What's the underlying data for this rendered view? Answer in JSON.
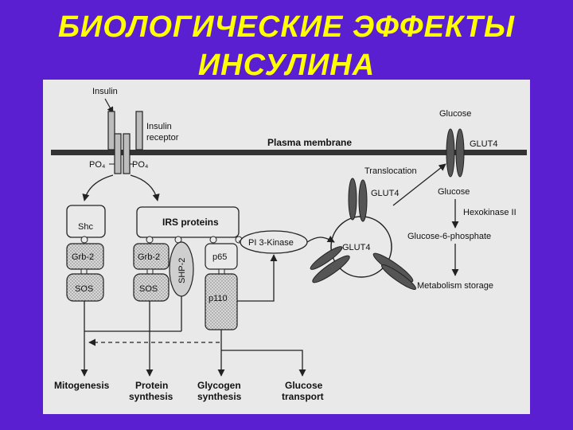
{
  "slide": {
    "title_line1": "БИОЛОГИЧЕСКИЕ ЭФФЕКТЫ",
    "title_line2": "ИНСУЛИНА"
  },
  "diagram": {
    "insulin": "Insulin",
    "receptor_line1": "Insulin",
    "receptor_line2": "receptor",
    "po4_left": "PO₄",
    "po4_right": "PO₄",
    "plasma_membrane": "Plasma membrane",
    "glucose_top": "Glucose",
    "glut4_membrane": "GLUT4",
    "translocation": "Translocation",
    "glut4_vesicle_top": "GLUT4",
    "glucose_inside": "Glucose",
    "hexokinase": "Hexokinase II",
    "g6p": "Glucose-6-phosphate",
    "metabolism": "Metabolism storage",
    "glut4_vesicle": "GLUT4",
    "shc": "Shc",
    "irs": "IRS proteins",
    "grb2_left": "Grb-2",
    "grb2_mid": "Grb-2",
    "shp2": "SHP-2",
    "p65": "p65",
    "sos_left": "SOS",
    "sos_mid": "SOS",
    "p110": "p110",
    "pi3k": "PI 3-Kinase",
    "out_mitogenesis": "Mitogenesis",
    "out_protein_1": "Protein",
    "out_protein_2": "synthesis",
    "out_glycogen_1": "Glycogen",
    "out_glycogen_2": "synthesis",
    "out_glucose_1": "Glucose",
    "out_glucose_2": "transport"
  }
}
